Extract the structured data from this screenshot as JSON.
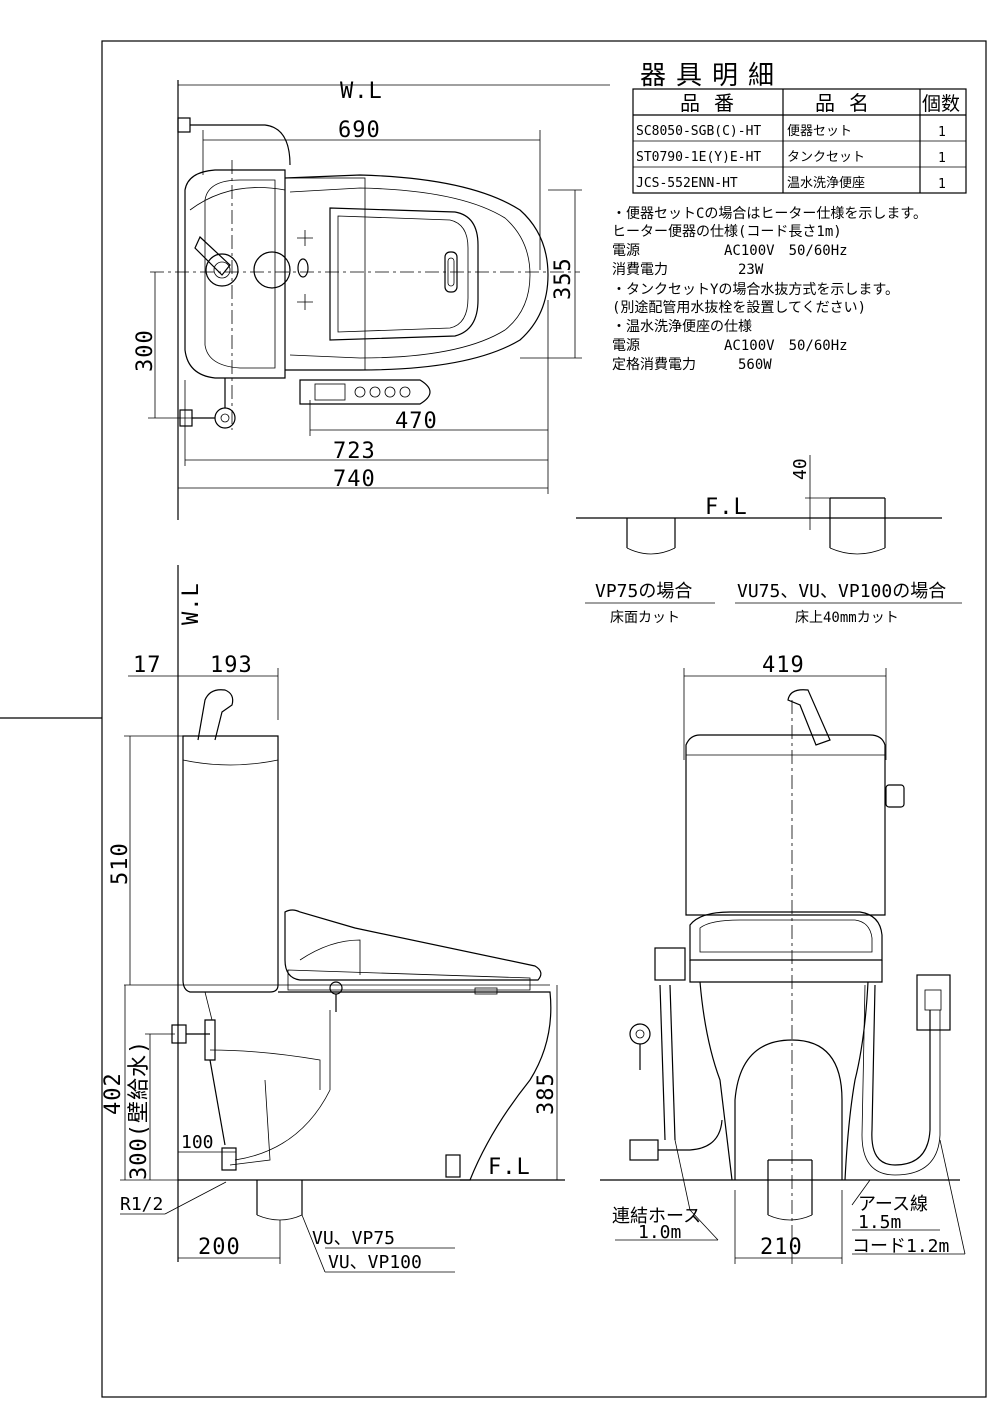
{
  "parts_table": {
    "title": "器具明細",
    "headers": {
      "part_no": "品番",
      "name": "品名",
      "qty": "個数"
    },
    "rows": [
      {
        "part_no": "SC8050-SGB(C)-HT",
        "name": "便器セット",
        "qty": "1"
      },
      {
        "part_no": "ST0790-1E(Y)E-HT",
        "name": "タンクセット",
        "qty": "1"
      },
      {
        "part_no": "JCS-552ENN-HT",
        "name": "温水洗浄便座",
        "qty": "1"
      }
    ]
  },
  "notes": [
    "・便器セットCの場合はヒーター仕様を示します。",
    " ヒーター便器の仕様(コード長さ1m)",
    " 電源　　　　　　AC100V　50/60Hz",
    " 消費電力　　　　　23W",
    "・タンクセットYの場合水抜方式を示します。",
    " (別途配管用水抜栓を設置してください)",
    "・温水洗浄便座の仕様",
    " 電源　　　　　　AC100V　50/60Hz",
    " 定格消費電力　　　560W"
  ],
  "plan_view": {
    "wl": "W.L",
    "d690": "690",
    "d355": "355",
    "d300": "300",
    "d470": "470",
    "d723": "723",
    "d740": "740"
  },
  "floor_detail": {
    "fl": "F.L",
    "d40": "40",
    "left_title": "VP75の場合",
    "left_sub": "床面カット",
    "right_title": "VU75、VU、VP100の場合",
    "right_sub": "床上40mmカット"
  },
  "side_view": {
    "wl": "W.L",
    "d17": "17",
    "d193": "193",
    "d510": "510",
    "d402": "402",
    "d300_wall": "300(壁給水)",
    "d100": "100",
    "d385": "385",
    "fl": "F.L",
    "rp": "R1/2",
    "d200": "200",
    "pipe_a": "VU、VP75",
    "pipe_b": "VU、VP100"
  },
  "front_view": {
    "d419": "419",
    "d210": "210",
    "hose_label": "連結ホース",
    "hose_len": "1.0m",
    "earth_label": "アース線",
    "earth_len": "1.5m",
    "cord": "コード1.2m"
  }
}
